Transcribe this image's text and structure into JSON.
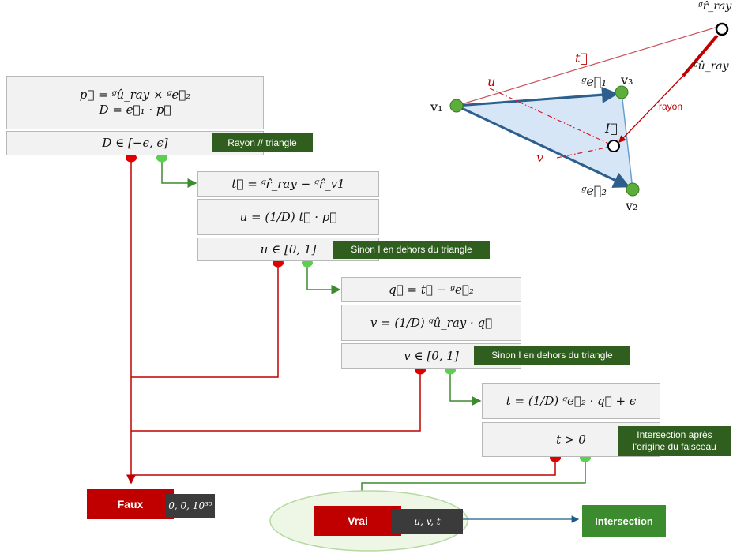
{
  "formulas": {
    "p_def": "p⃗ = ᵍû_ray × ᵍe⃗₂",
    "D_def": "D = e⃗₁ · p⃗",
    "D_test": "D ∈ [−ϵ, ϵ]",
    "t_def": "t⃗ = ᵍr̂_ray − ᵍr̂_v1",
    "u_def": "u = (1/D) t⃗ · p⃗",
    "u_test": "u ∈ [0, 1]",
    "q_def": "q⃗ = t⃗ − ᵍe⃗₂",
    "v_def": "v = (1/D) ᵍû_ray · q⃗",
    "v_test": "v ∈ [0, 1]",
    "tt_def": "t = (1/D) ᵍe⃗₂ · q⃗ + ϵ",
    "tt_test": "t > 0"
  },
  "tags": {
    "parallel": "Rayon // triangle",
    "outside_u": "Sinon I en dehors du triangle",
    "outside_v": "Sinon I en dehors du triangle",
    "after_origin": "Intersection après l'origine du faisceau"
  },
  "results": {
    "false_label": "Faux",
    "false_values": "0, 0, 10³⁰",
    "true_label": "Vrai",
    "true_values": "u, v, t",
    "intersection_label": "Intersection"
  },
  "figure": {
    "r_ray": "ᵍr̂_ray",
    "u_ray": "ᵍû_ray",
    "rayon": "rayon",
    "t_vec": "t⃗",
    "u_label": "u",
    "v_label": "v",
    "v1": "v₁",
    "v2": "v₂",
    "v3": "v₃",
    "e1": "ᵍe⃗₁",
    "e2": "ᵍe⃗₂",
    "I_label": "I⃗"
  },
  "colors": {
    "red": "#c00000",
    "green": "#3d8b2f",
    "edge_blue": "#2e5e8c",
    "triangle_fill": "#d6e6f6"
  }
}
